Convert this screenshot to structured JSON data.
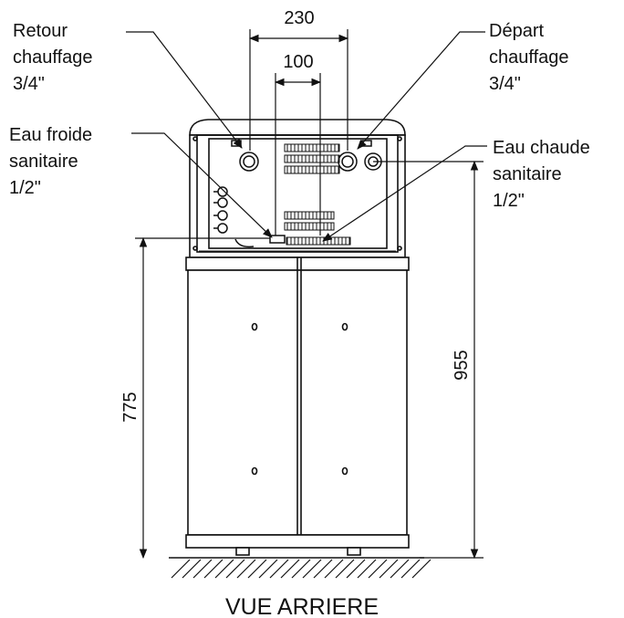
{
  "callouts": {
    "retour": {
      "line1": "Retour",
      "line2": "chauffage",
      "line3": "3/4\""
    },
    "depart": {
      "line1": "Départ",
      "line2": "chauffage",
      "line3": "3/4\""
    },
    "eau_froide": {
      "line1": "Eau froide",
      "line2": "sanitaire",
      "line3": "1/2\""
    },
    "eau_chaude": {
      "line1": "Eau chaude",
      "line2": "sanitaire",
      "line3": "1/2\""
    }
  },
  "dimensions": {
    "width_outer": "230",
    "width_inner": "100",
    "height_base": "775",
    "height_total": "955"
  },
  "caption": "VUE ARRIERE",
  "colors": {
    "line": "#111111",
    "background": "#ffffff"
  }
}
